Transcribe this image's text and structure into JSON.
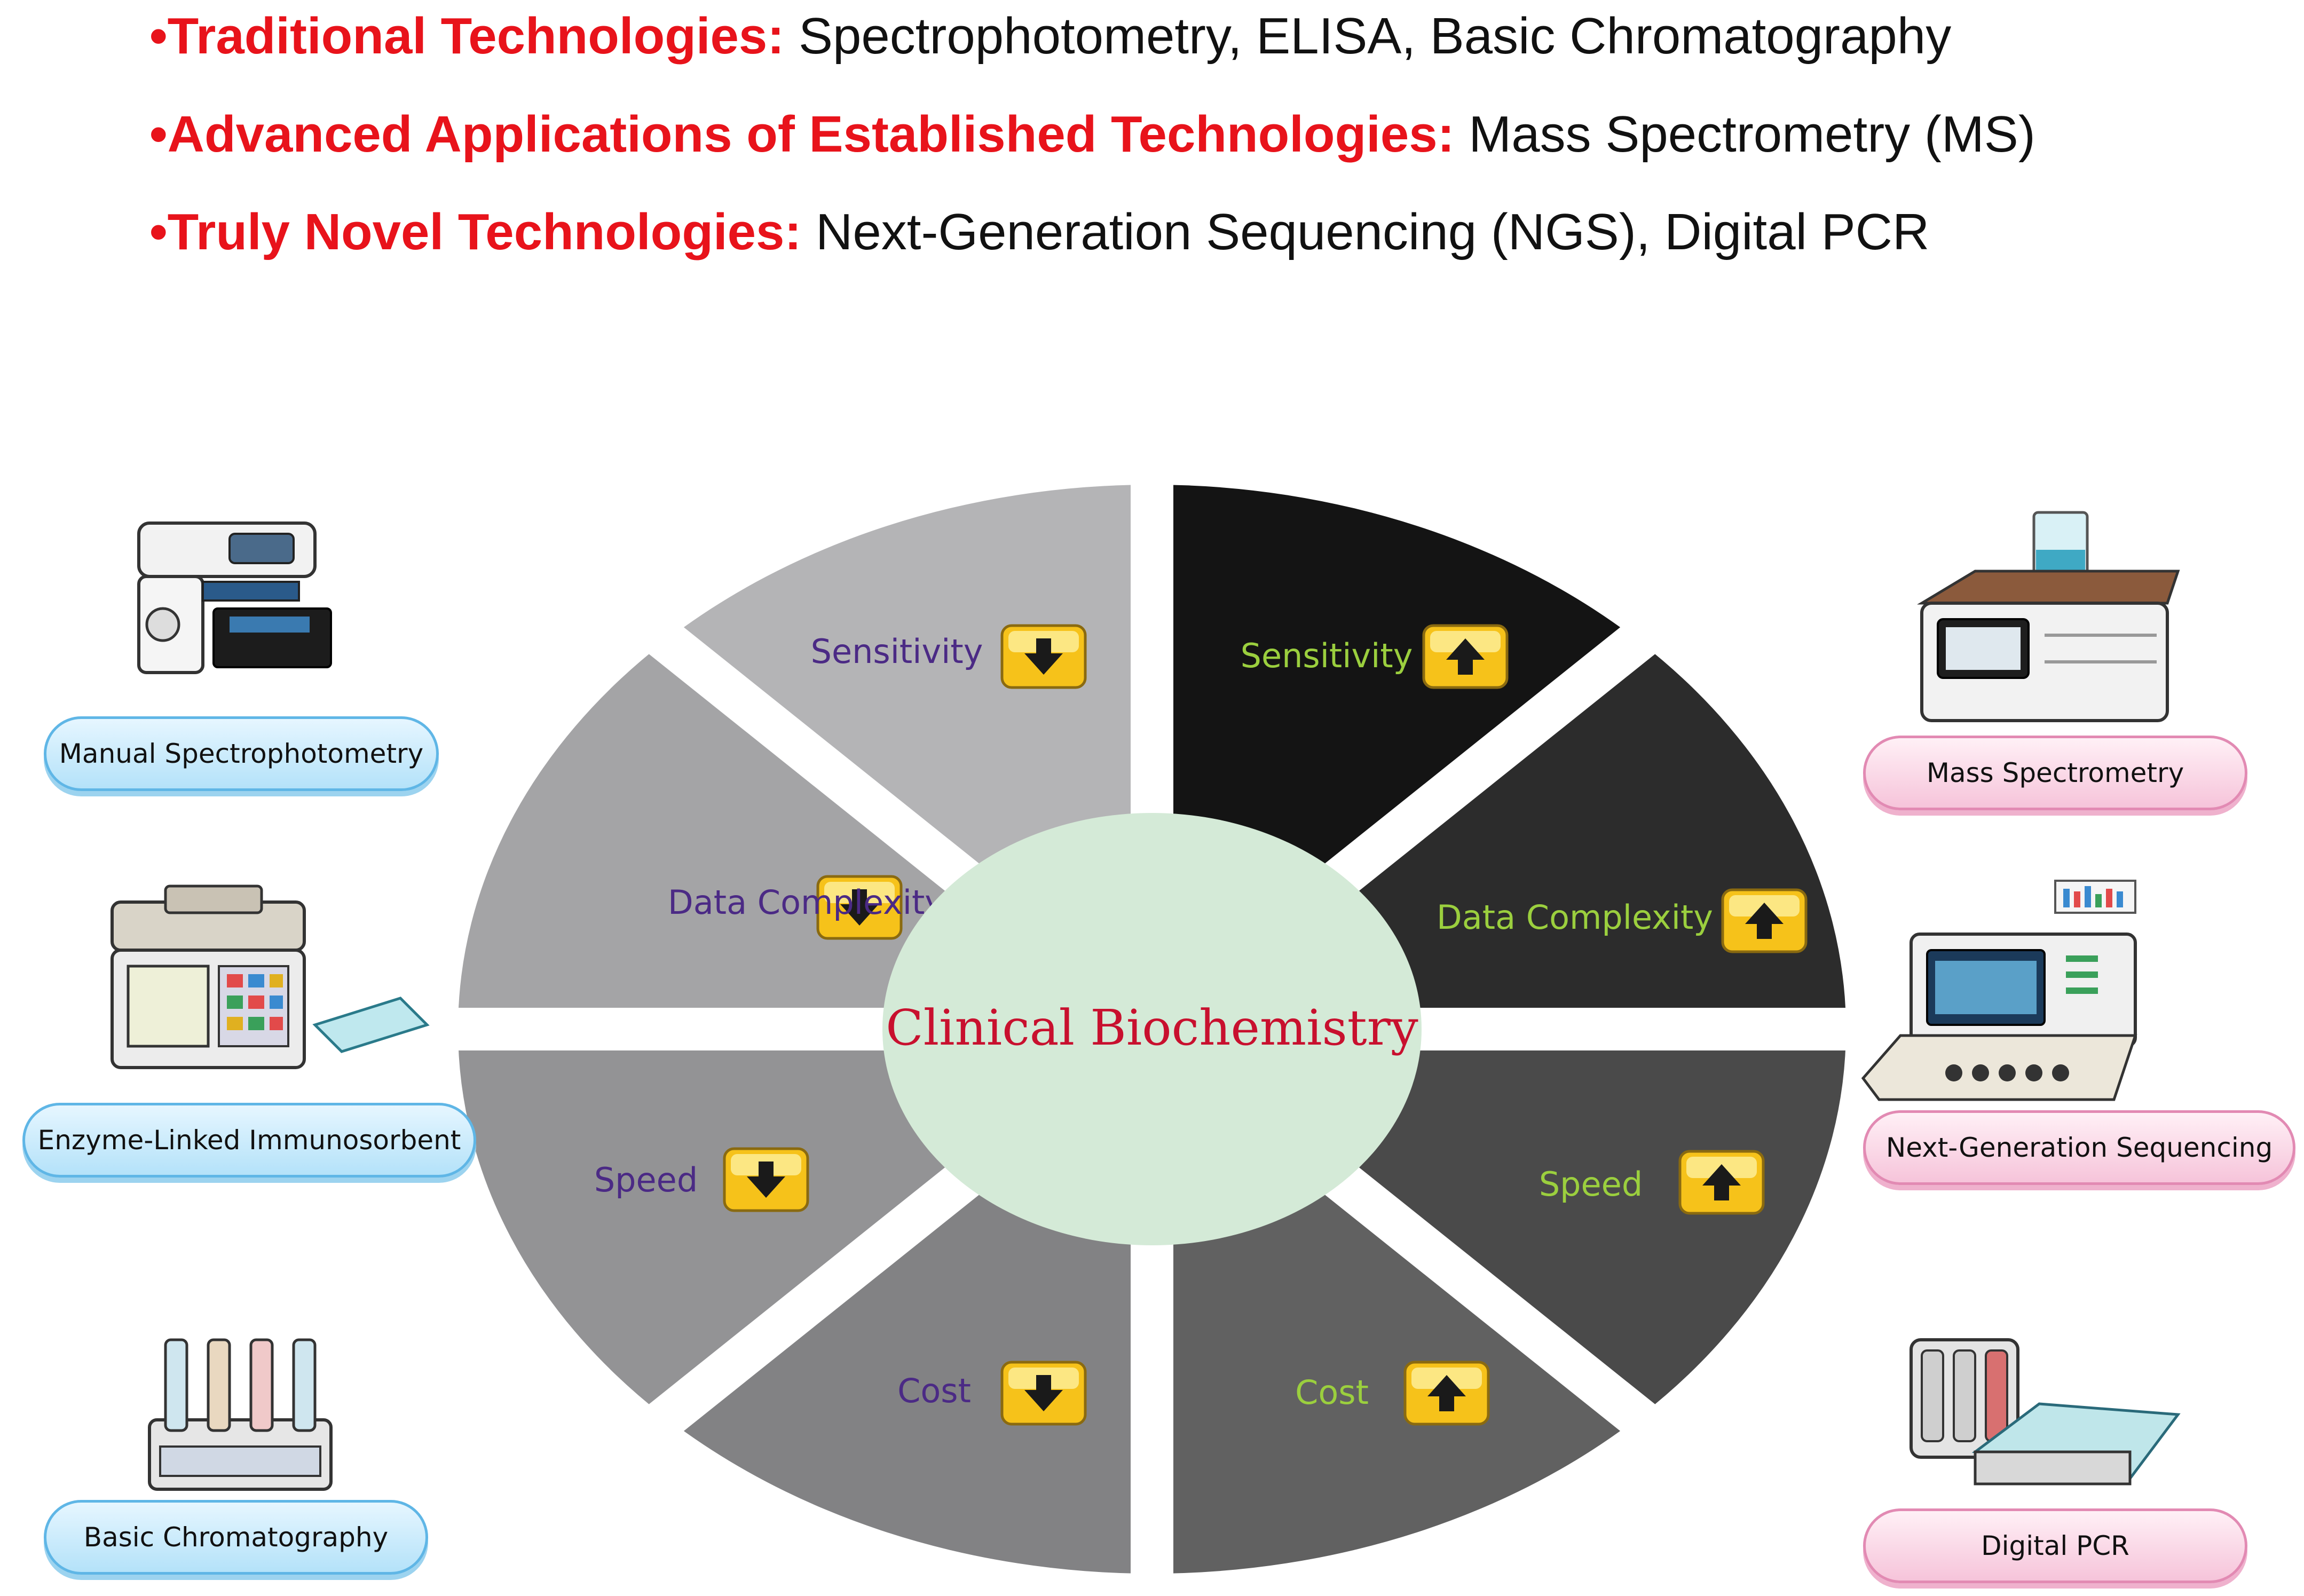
{
  "bullets": [
    {
      "marker": "•",
      "head": "Traditional Technologies:",
      "text": "Spectrophotometry, ELISA, Basic Chromatography"
    },
    {
      "marker": "•",
      "head": "Advanced Applications of Established Technologies:",
      "text": "Mass Spectrometry (MS)"
    },
    {
      "marker": "•",
      "head": "Truly Novel Technologies:",
      "text": "Next-Generation Sequencing (NGS), Digital PCR"
    }
  ],
  "center": {
    "label": "Clinical Biochemistry",
    "label_color": "#c8102e",
    "fill": "#d4ead7"
  },
  "segments_left": [
    {
      "label": "Sensitivity",
      "direction": "down"
    },
    {
      "label": "Data Complexity",
      "direction": "down"
    },
    {
      "label": "Speed",
      "direction": "down"
    },
    {
      "label": "Cost",
      "direction": "down"
    }
  ],
  "segments_right": [
    {
      "label": "Sensitivity",
      "direction": "up"
    },
    {
      "label": "Data Complexity",
      "direction": "up"
    },
    {
      "label": "Speed",
      "direction": "up"
    },
    {
      "label": "Cost",
      "direction": "up"
    }
  ],
  "colors": {
    "left_label": "#4b2a85",
    "right_label": "#9bcf3e",
    "arrow_fill": "#f6c21a",
    "left_segments": [
      "#b4b4b6",
      "#a4a4a6",
      "#939395",
      "#828284"
    ],
    "right_segments": [
      "#141414",
      "#2c2c2c",
      "#4a4a4a",
      "#616161"
    ]
  },
  "technologies_left": [
    {
      "label": "Manual Spectrophotometry",
      "icon": "spectrophotometer-icon"
    },
    {
      "label": "Enzyme-Linked Immunosorbent",
      "icon": "elisa-reader-icon"
    },
    {
      "label": "Basic Chromatography",
      "icon": "chromatography-icon"
    }
  ],
  "technologies_right": [
    {
      "label": "Mass Spectrometry",
      "icon": "mass-spectrometer-icon"
    },
    {
      "label": "Next-Generation Sequencing",
      "icon": "sequencer-icon"
    },
    {
      "label": "Digital PCR",
      "icon": "digital-pcr-icon"
    }
  ]
}
